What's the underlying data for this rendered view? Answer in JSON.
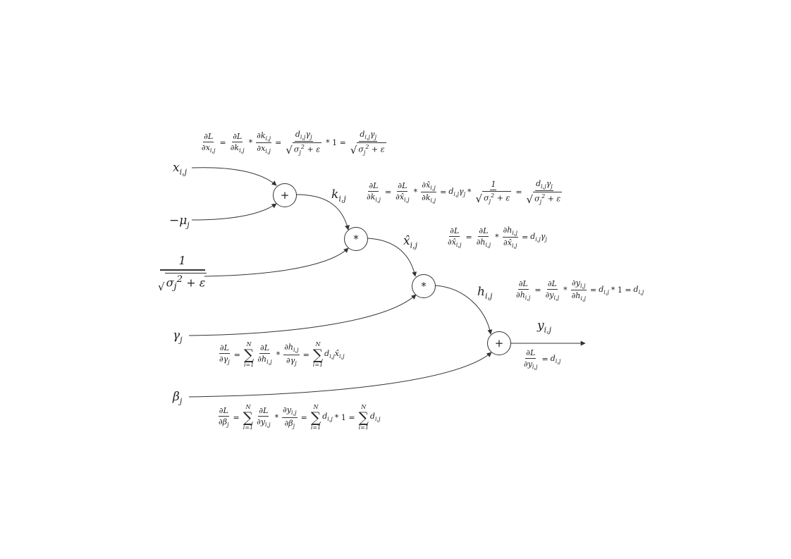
{
  "inputs": {
    "x": "x",
    "x_sub": "i,j",
    "mu": "−μ",
    "mu_sub": "j",
    "inv_num": "1",
    "inv_den_sigma": "σ",
    "inv_den_sub": "j",
    "inv_den_sup": "2",
    "inv_den_rest": " + ε",
    "gamma": "γ",
    "gamma_sub": "j",
    "beta": "β",
    "beta_sub": "j"
  },
  "nodes": {
    "add1": "+",
    "mul1": "*",
    "mul2": "*",
    "add2": "+"
  },
  "edges": {
    "k": "k",
    "k_sub": "i,j",
    "xhat": "x̂",
    "xhat_sub": "i,j",
    "h": "h",
    "h_sub": "i,j",
    "y": "y",
    "y_sub": "i,j"
  },
  "equations": {
    "dx": "∂L/∂x_{i,j} = ∂L/∂k_{i,j} * ∂k_{i,j}/∂x_{i,j} = d_{i,j}γ_j/√(σ_j² + ε) * 1 = d_{i,j}γ_j/√(σ_j² + ε)",
    "dk": "∂L/∂k_{i,j} = ∂L/∂x̂_{i,j} * ∂x̂_{i,j}/∂k_{i,j} = d_{i,j}γ_j * 1/√(σ_j² + ε) = d_{i,j}γ_j/√(σ_j² + ε)",
    "dxhat": "∂L/∂x̂_{i,j} = ∂L/∂h_{i,j} * ∂h_{i,j}/∂x̂_{i,j} = d_{i,j}γ_j",
    "dh": "∂L/∂h_{i,j} = ∂L/∂y_{i,j} * ∂y_{i,j}/∂h_{i,j} = d_{i,j} * 1 = d_{i,j}",
    "dy": "∂L/∂y_{i,j} = d_{i,j}",
    "dgamma": "∂L/∂γ_j = Σ_{i=1}^{N} ∂L/∂h_{i,j} * ∂h_{i,j}/∂γ_j = Σ_{i=1}^{N} d_{i,j}x̂_{i,j}",
    "dbeta": "∂L/∂β_j = Σ_{i=1}^{N} ∂L/∂y_{i,j} * ∂y_{i,j}/∂β_j = Σ_{i=1}^{N} d_{i,j} * 1 = Σ_{i=1}^{N} d_{i,j}"
  },
  "colors": {
    "line": "#333333",
    "background": "#ffffff"
  }
}
